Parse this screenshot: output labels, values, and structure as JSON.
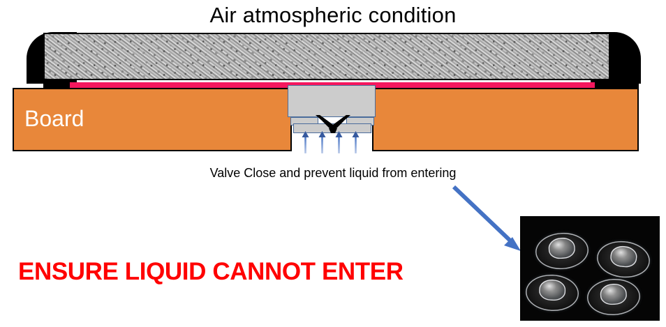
{
  "title": "Air atmospheric condition",
  "board": {
    "label": "Board"
  },
  "valve": {
    "caption": "Valve Close and prevent liquid from entering",
    "state_icon": "closed-v-valve-icon",
    "airflow_icon": "upward-airflow-arrows-icon"
  },
  "warning": {
    "text": "ENSURE LIQUID CANNOT ENTER",
    "color": "#ff0000"
  },
  "pointer": {
    "icon": "pointer-arrow-icon"
  },
  "photo": {
    "name": "umbrella-valve-photo",
    "background_color": "#050505",
    "item_count": 4
  },
  "colors": {
    "board_orange": "#e8873a",
    "adhesive_pink": "#f5175e",
    "valve_gray": "#cccccc",
    "valve_outline": "#4a6c9b",
    "arrow_blue": "#4472c4",
    "gasket_black": "#000000"
  }
}
